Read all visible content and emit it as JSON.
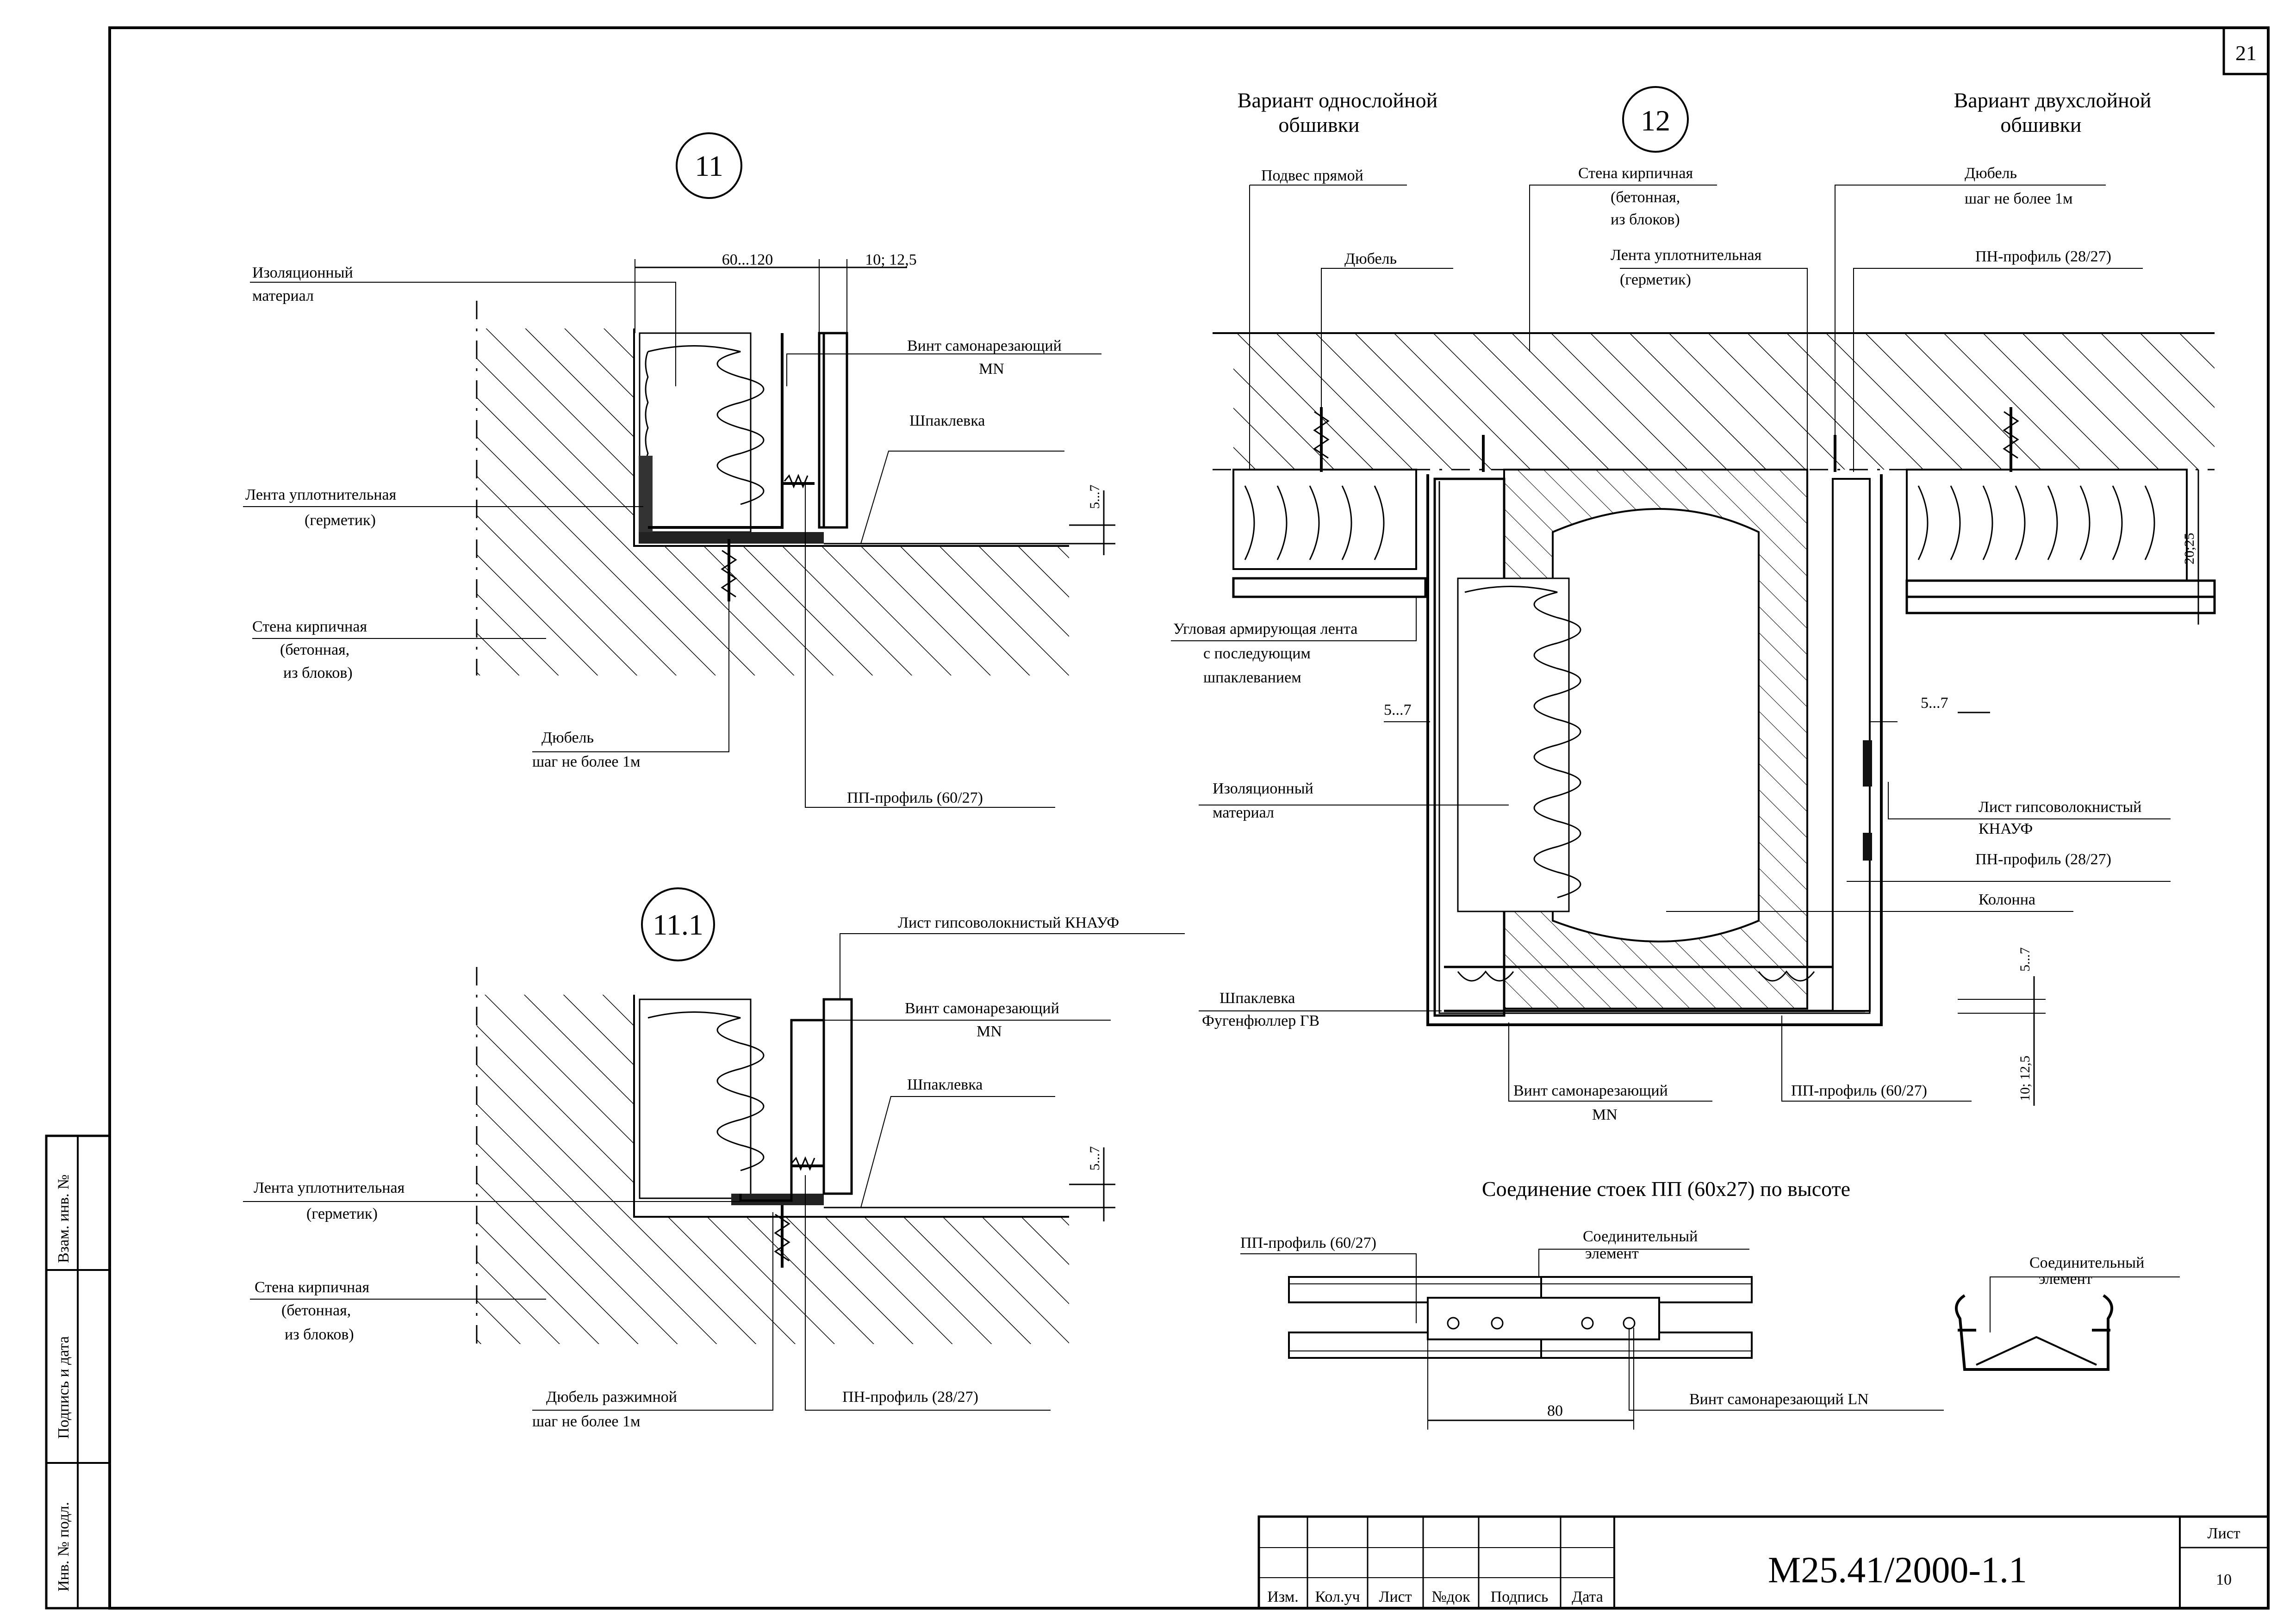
{
  "page_number": "21",
  "sheet_label": "Лист",
  "sheet_number": "10",
  "document_code": "М25.41/2000-1.1",
  "title_block": {
    "columns": [
      "Изм.",
      "Кол.уч",
      "Лист",
      "№док",
      "Подпись",
      "Дата"
    ]
  },
  "side_stamp": {
    "replace": "Взам. инв. №",
    "signature_date": "Подпись и дата",
    "inventory": "Инв. № подл."
  },
  "detail_11": {
    "number": "11",
    "dim_width": "60...120",
    "dim_board": "10; 12,5",
    "dim_gap": "5...7",
    "labels": {
      "insulation_1": "Изоляционный",
      "insulation_2": "материал",
      "screw_1": "Винт самонарезающий",
      "screw_2": "MN",
      "putty": "Шпаклевка",
      "tape_1": "Лента уплотнительная",
      "tape_2": "(герметик)",
      "wall_1": "Стена кирпичная",
      "wall_2": "(бетонная,",
      "wall_3": "из блоков)",
      "dowel_1": "Дюбель",
      "dowel_2": "шаг не более 1м",
      "profile": "ПП-профиль (60/27)"
    }
  },
  "detail_11_1": {
    "number": "11.1",
    "dim_gap": "5...7",
    "labels": {
      "sheet": "Лист гипсоволокнистый  КНАУФ",
      "screw_1": "Винт самонарезающий",
      "screw_2": "MN",
      "putty": "Шпаклевка",
      "tape_1": "Лента уплотнительная",
      "tape_2": "(герметик)",
      "wall_1": "Стена кирпичная",
      "wall_2": "(бетонная,",
      "wall_3": "из блоков)",
      "dowel_1": "Дюбель разжимной",
      "dowel_2": "шаг не более 1м",
      "profile": "ПН-профиль (28/27)"
    }
  },
  "detail_12": {
    "number": "12",
    "variant_single_1": "Вариант однослойной",
    "variant_single_2": "обшивки",
    "variant_double_1": "Вариант двухслойной",
    "variant_double_2": "обшивки",
    "dim_20_25": "20;25",
    "dim_5_7_left": "5...7",
    "dim_5_7_right": "5...7",
    "dim_5_7_vert": "5...7",
    "dim_10_12": "10; 12,5",
    "labels": {
      "hanger": "Подвес прямой",
      "dowel": "Дюбель",
      "wall_1": "Стена кирпичная",
      "wall_2": "(бетонная,",
      "wall_3": "из блоков)",
      "tape_1": "Лента уплотнительная",
      "tape_2": "(герметик)",
      "dowel_r_1": "Дюбель",
      "dowel_r_2": "шаг не более 1м",
      "pn_profile_top": "ПН-профиль (28/27)",
      "corner_1": "Угловая  армирующая  лента",
      "corner_2": "с последующим",
      "corner_3": "шпаклеванием",
      "insulation_1": "Изоляционный",
      "insulation_2": "материал",
      "gvl_1": "Лист гипсоволокнистый",
      "gvl_2": "КНАУФ",
      "pn_profile_mid": "ПН-профиль (28/27)",
      "column": "Колонна",
      "putty_1": "Шпаклевка",
      "putty_2": "Фугенфюллер ГВ",
      "screw_1": "Винт самонарезающий",
      "screw_2": "MN",
      "pp_profile": "ПП-профиль (60/27)"
    }
  },
  "joint": {
    "title": "Соединение стоек ПП (60х27) по высоте",
    "pp_profile": "ПП-профиль (60/27)",
    "connector_1": "Соединительный",
    "connector_2": "элемент",
    "connector_r_1": "Соединительный",
    "connector_r_2": "элемент",
    "dim_80": "80",
    "screw": "Винт самонарезающий  LN"
  }
}
